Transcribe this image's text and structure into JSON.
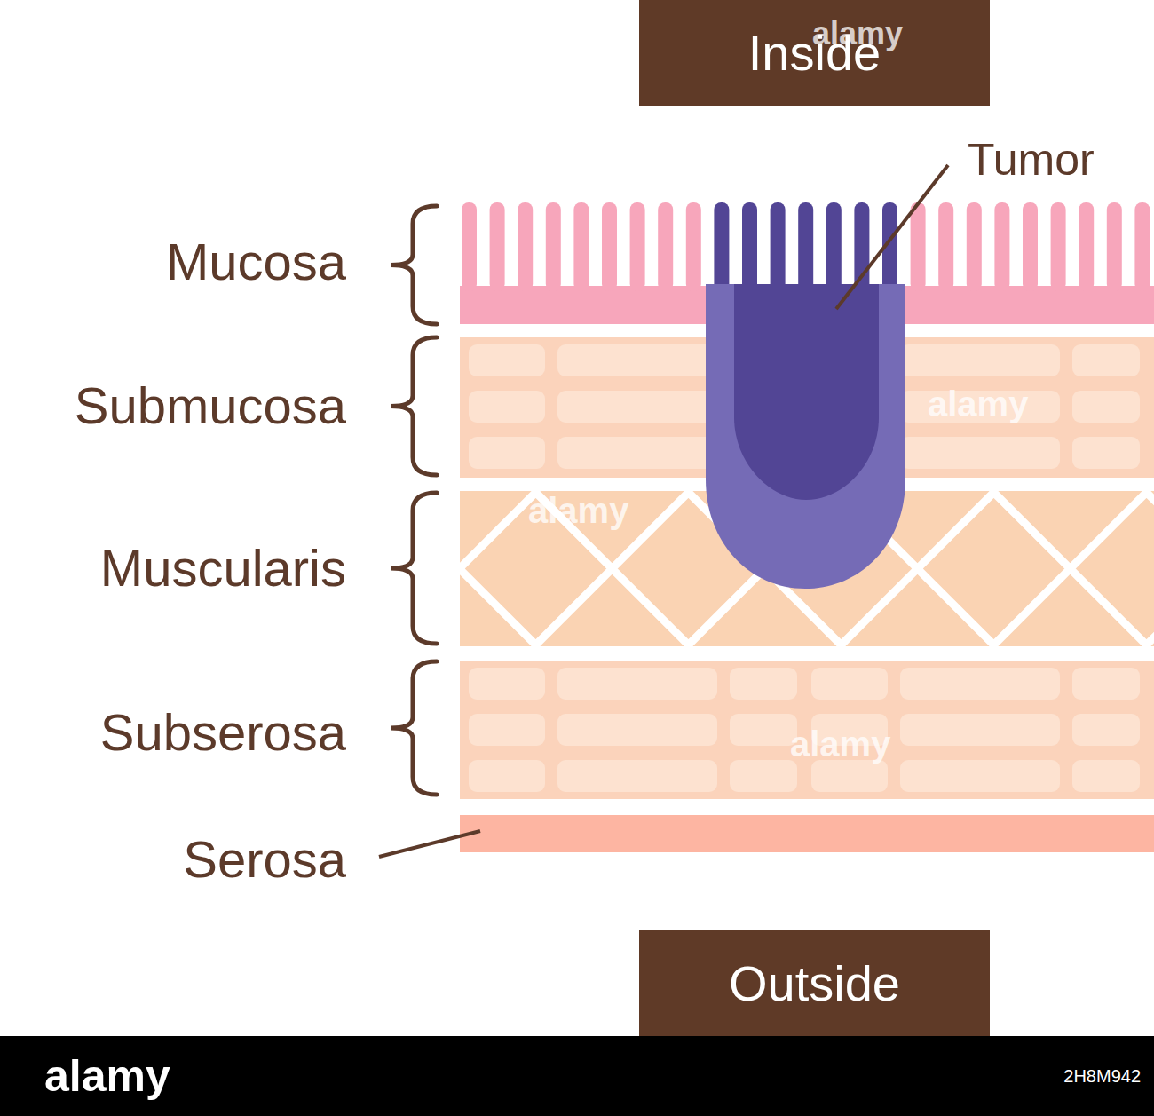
{
  "diagram": {
    "nodes": [
      {
        "text": [
          "Inside"
        ]
      },
      {
        "text": [
          "Outside"
        ]
      }
    ],
    "labels": [
      "Tumor",
      "Mucosa",
      "Submucosa",
      "Muscularis",
      "Subserosa",
      "Serosa",
      "alamy",
      "alamy",
      "alamy",
      "alamy",
      "alamy",
      "2H8M942"
    ]
  }
}
